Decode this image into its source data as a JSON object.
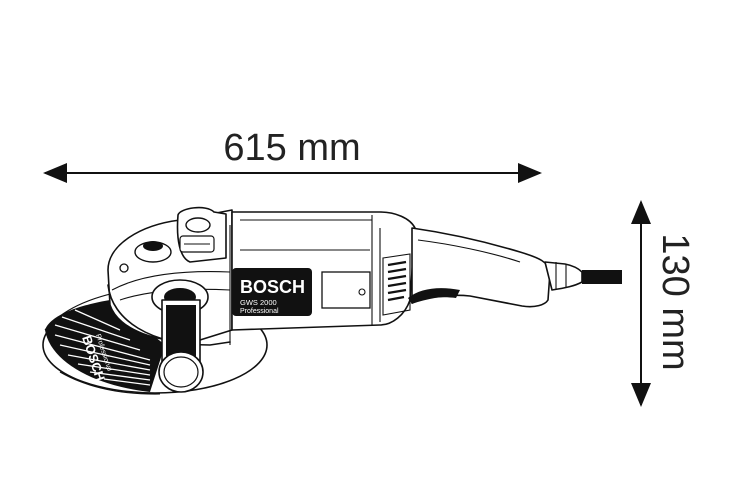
{
  "dimensions": {
    "length_label": "615 mm",
    "height_label": "130 mm"
  },
  "product": {
    "brand": "BOSCH",
    "model": "GWS 2000",
    "line": "Professional",
    "disc_brand": "BOSCH",
    "disc_line": "Professional"
  },
  "colors": {
    "line": "#111111",
    "label_bg": "#111111",
    "label_text": "#ffffff",
    "background": "#ffffff"
  }
}
